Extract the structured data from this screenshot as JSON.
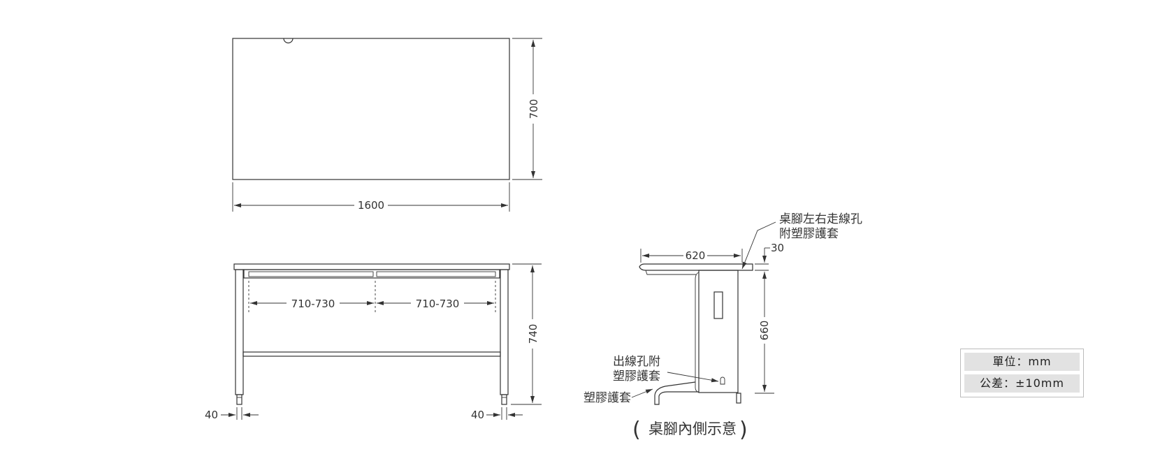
{
  "dimensions": {
    "width": "1600",
    "depth": "700",
    "drawer_span_left": "710-730",
    "drawer_span_right": "710-730",
    "height": "740",
    "leg_left": "40",
    "leg_right": "40",
    "side_depth": "620",
    "top_thickness": "30",
    "side_height": "660"
  },
  "labels": {
    "cable_hole_line1": "桌腳左右走線孔",
    "cable_hole_line2": "附塑膠護套",
    "outlet_line1": "出線孔附",
    "outlet_line2": "塑膠護套",
    "foot_cover": "塑膠護套",
    "caption_open": "(",
    "caption": "桌腳內側示意",
    "caption_close": ")"
  },
  "spec": {
    "unit": "單位：mm",
    "tolerance": "公差：±10mm"
  },
  "colors": {
    "line": "#333333",
    "spec_bg": "#e2e2e2",
    "spec_border": "#bcbcbc"
  }
}
